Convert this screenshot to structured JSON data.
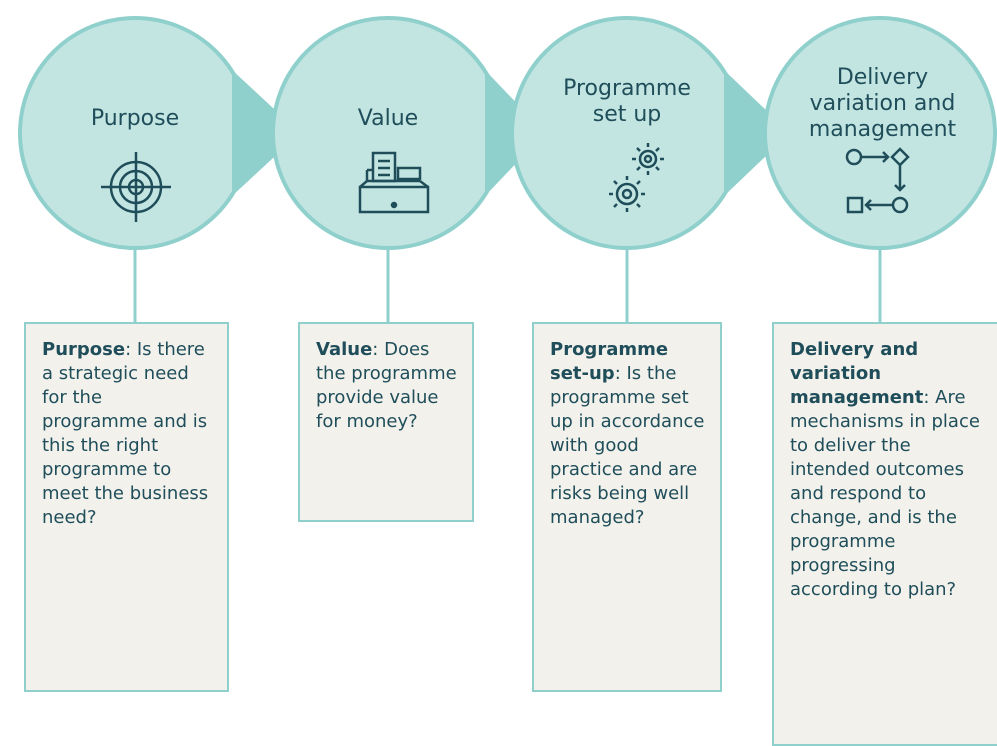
{
  "colors": {
    "circle_fill": "#c3e5e2",
    "circle_stroke": "#8fd0cc",
    "arrow_fill": "#8fd0cc",
    "box_fill": "#f2f1ec",
    "text": "#1f4e5a"
  },
  "stages": [
    {
      "label": "Purpose",
      "icon": "target-icon",
      "box_title": "Purpose",
      "box_text": ": Is there a strategic need for the programme and is this the right programme to meet the business need?"
    },
    {
      "label": "Value",
      "icon": "cash-register-icon",
      "box_title": "Value",
      "box_text": ": Does the programme provide value for money?"
    },
    {
      "label": "Programme set up",
      "icon": "gears-icon",
      "box_title": "Programme set-up",
      "box_text": ": Is the programme set up in accordance with good practice and are risks being well managed?"
    },
    {
      "label": "Delivery variation and management",
      "icon": "process-flow-icon",
      "box_title": "Delivery and variation management",
      "box_text": ": Are mechanisms in place to deliver the intended outcomes and respond to change, and is the programme progressing according to plan?"
    }
  ]
}
